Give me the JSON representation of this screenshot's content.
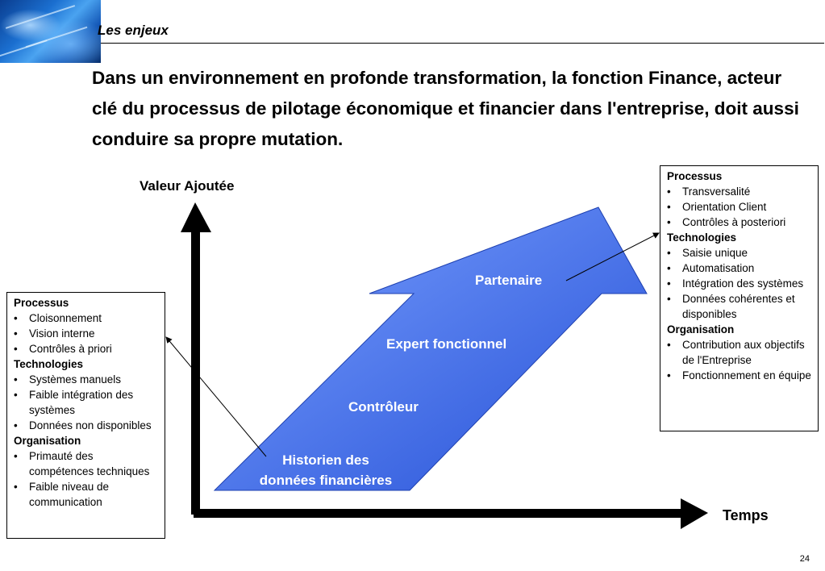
{
  "header": {
    "section_title": "Les enjeux"
  },
  "headline": "Dans un environnement en profonde transformation, la fonction Finance, acteur clé du processus de pilotage économique et financier dans l'entreprise, doit aussi conduire sa propre mutation.",
  "axes": {
    "y_label": "Valeur Ajoutée",
    "x_label": "Temps"
  },
  "arrow": {
    "color_light": "#6b95ff",
    "color_dark": "#2a55d8",
    "stages": [
      "Partenaire",
      "Expert fonctionnel",
      "Contrôleur",
      "Historien des\ndonnées financières"
    ]
  },
  "left_box": {
    "sections": [
      {
        "heading": "Processus",
        "items": [
          "Cloisonnement",
          "Vision interne",
          "Contrôles à priori"
        ]
      },
      {
        "heading": "Technologies",
        "items": [
          "Systèmes manuels",
          "Faible intégration des systèmes",
          "Données non disponibles"
        ]
      },
      {
        "heading": "Organisation",
        "items": [
          "Primauté des compétences techniques",
          "Faible niveau de communication"
        ]
      }
    ]
  },
  "right_box": {
    "sections": [
      {
        "heading": "Processus",
        "items": [
          "Transversalité",
          "Orientation Client",
          "Contrôles à posteriori"
        ]
      },
      {
        "heading": "Technologies",
        "items": [
          "Saisie unique",
          "Automatisation",
          "Intégration des systèmes",
          "Données cohérentes et disponibles"
        ]
      },
      {
        "heading": "Organisation",
        "items": [
          "Contribution aux objectifs de l'Entreprise",
          "Fonctionnement en équipe"
        ]
      }
    ]
  },
  "page_number": "24"
}
